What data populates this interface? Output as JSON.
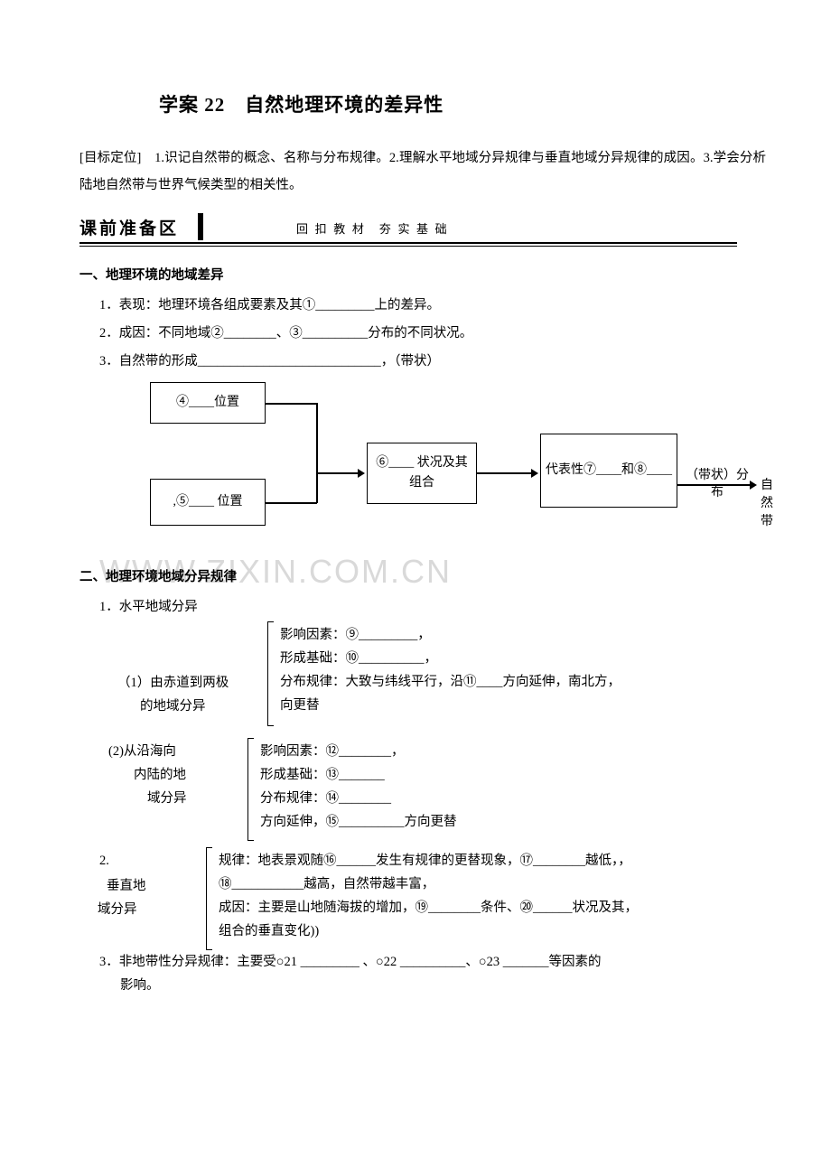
{
  "title": "学案 22　自然地理环境的差异性",
  "objective": "[目标定位]　1.识记自然带的概念、名称与分布规律。2.理解水平地域分异规律与垂直地域分异规律的成因。3.学会分析陆地自然带与世界气候类型的相关性。",
  "section": {
    "name": "课前准备区",
    "subtitle": "回 扣 教 材　夯 实 基 础"
  },
  "watermark": "WWW.ZIXIN.COM.CN",
  "part1": {
    "heading": "一、地理环境的地域差异",
    "items": [
      "1．表现：地理环境各组成要素及其①_________上的差异。",
      "2．成因：不同地域②________、③__________分布的不同状况。",
      "3．自然带的形成____________________________，（带状）"
    ]
  },
  "chart": {
    "box1": "④____位置",
    "box2": ",⑤____ 位置",
    "box3": "⑥____ 状况及其组合",
    "box4": "代表性⑦____和⑧____",
    "label_dist": "（带状）分布",
    "label_result": "自然带"
  },
  "part2": {
    "heading": "二、地理环境地域分异规律",
    "sub1": "1．水平地域分异",
    "g1": {
      "label_line1": "（1）由赤道到两极",
      "label_line2": "的地域分异",
      "rows": [
        "影响因素：⑨_________，",
        "形成基础：⑩__________，",
        "分布规律：大致与纬线平行，沿⑪____方向延伸，南北方，",
        "向更替"
      ]
    },
    "g2": {
      "label_line1": "(2)从沿海向",
      "label_line2": "内陆的地",
      "label_line3": "域分异",
      "rows": [
        "影响因素：⑫________，",
        "形成基础：⑬_______",
        "分布规律：⑭________",
        "方向延伸，⑮__________方向更替"
      ]
    },
    "g3": {
      "label_line1": "2.",
      "label_line2": "垂直地",
      "label_line3": "域分异",
      "rows": [
        "规律：地表景观随⑯______发生有规律的更替现象，⑰________越低，，",
        "⑱___________越高，自然带越丰富，",
        "成因：主要是山地随海拔的增加，⑲________条件、⑳______状况及其，",
        "组合的垂直变化))"
      ]
    },
    "item3_line1": "3．非地带性分异规律：主要受○21 _________ 、○22 __________、○23 _______等因素的",
    "item3_line2": "影响。"
  }
}
